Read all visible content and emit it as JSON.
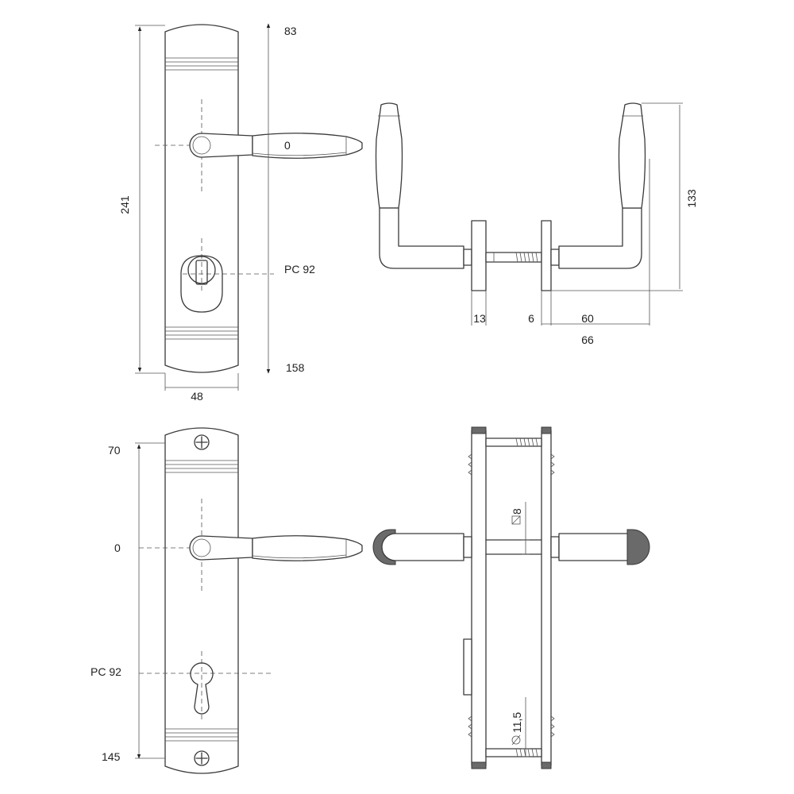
{
  "labels": {
    "top_front": {
      "height": "241",
      "width": "48",
      "top": "83",
      "zero": "0",
      "pc": "PC 92",
      "bottom": "158"
    },
    "side": {
      "height": "133",
      "a": "13",
      "b": "6",
      "c": "60",
      "total": "66"
    },
    "bottom_front": {
      "top": "70",
      "zero": "0",
      "pc": "PC 92",
      "bottom": "145"
    },
    "section": {
      "spindle": "8",
      "screw": "11,5"
    }
  }
}
